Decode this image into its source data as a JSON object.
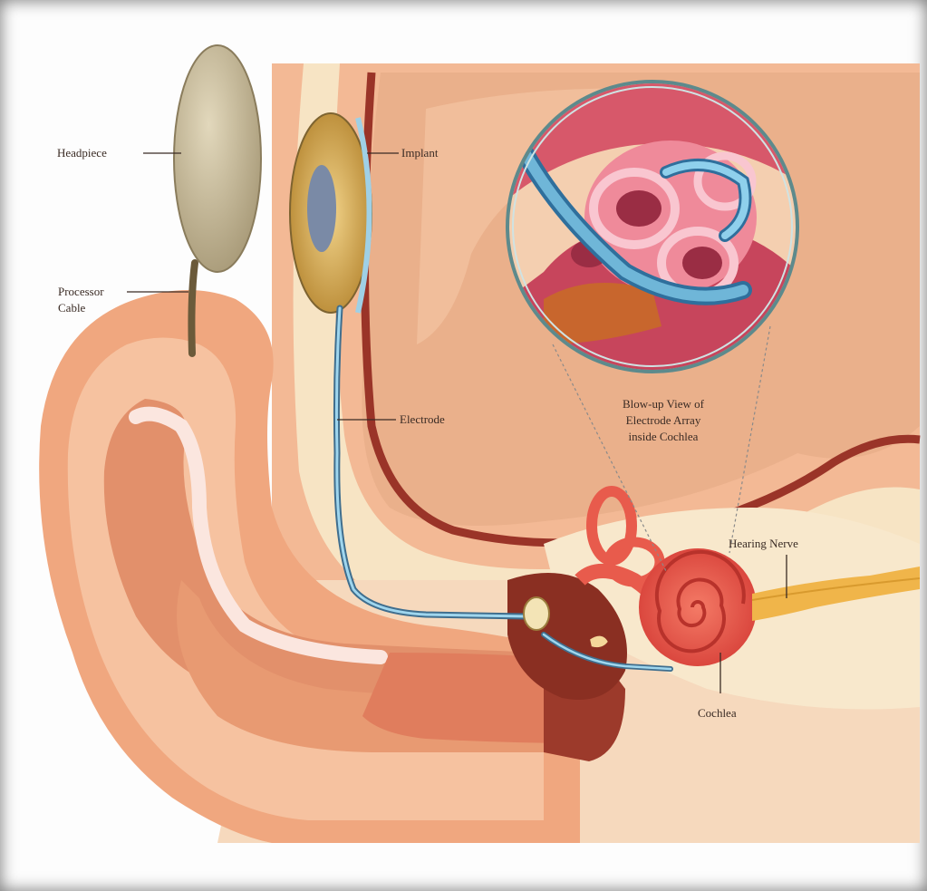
{
  "labels": {
    "headpiece": "Headpiece",
    "implant": "Implant",
    "processor_cable_line1": "Processor",
    "processor_cable_line2": "Cable",
    "electrode": "Electrode",
    "blowup_line1": "Blow-up View of",
    "blowup_line2": "Electrode Array",
    "blowup_line3": "inside Cochlea",
    "hearing_nerve": "Hearing Nerve",
    "cochlea": "Cochlea"
  },
  "colors": {
    "skin": "#f2b48f",
    "skin_dark": "#e08a66",
    "tissue": "#f1c29b",
    "bone": "#f6e2c0",
    "brain": "#f0b58f",
    "canal_red": "#9c3a2b",
    "cochlea_red": "#e8554a",
    "electrode_blue": "#6fb6d8",
    "nerve_gold": "#f0b54a",
    "headpiece": "#cbbf9e"
  }
}
